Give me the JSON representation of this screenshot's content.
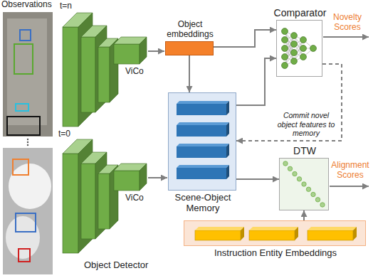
{
  "diagram": {
    "nodes": [
      {
        "text": [
          "Object embeddings"
        ]
      },
      {
        "text": [
          "Scene-Object Memory"
        ]
      },
      {
        "text": [
          "Comparator"
        ]
      },
      {
        "text": [
          "DTW"
        ]
      },
      {
        "text": [
          "Instruction Entity Embeddings"
        ]
      }
    ],
    "edges": [
      {
        "from": 0,
        "to": 2,
        "arrow": "to"
      },
      {
        "from": 0,
        "to": 1,
        "arrow": "to"
      },
      {
        "from": 1,
        "to": 2,
        "arrow": "to"
      },
      {
        "from": 1,
        "to": 3,
        "arrow": "to"
      },
      {
        "from": 4,
        "to": 3,
        "arrow": "to"
      },
      {
        "from": 2,
        "to": 1,
        "arrow": "to",
        "label": "Commit novel object features to memory"
      }
    ],
    "labels": [
      "Observations",
      "t=n",
      "t=0",
      "ViCo",
      "ViCo",
      "Novelty Scores",
      "Alignment Scores",
      "Object Detector"
    ]
  }
}
